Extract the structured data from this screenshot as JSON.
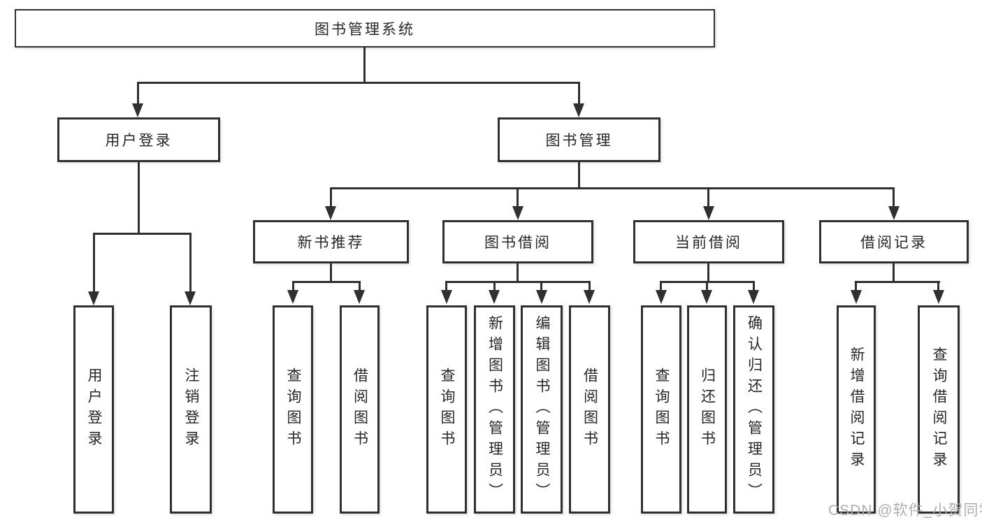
{
  "diagram": {
    "title": "图书管理系统",
    "nodes": {
      "root": "图书管理系统",
      "user_login": "用户登录",
      "book_mgmt": "图书管理",
      "new_book_rec": "新书推荐",
      "book_borrow": "图书借阅",
      "current_borrow": "当前借阅",
      "borrow_records": "借阅记录",
      "leaf_user_login": "用户登录",
      "leaf_logout": "注销登录",
      "leaf_nb_query_books": "查询图书",
      "leaf_nb_borrow_books": "借阅图书",
      "leaf_bb_query_books": "查询图书",
      "leaf_bb_add_books": "新增图书（管理员）",
      "leaf_bb_edit_books": "编辑图书（管理员）",
      "leaf_bb_borrow_books": "借阅图书",
      "leaf_cb_query_books": "查询图书",
      "leaf_cb_return_books": "归还图书",
      "leaf_cb_confirm_return": "确认归还（管理员）",
      "leaf_br_add_record": "新增借阅记录",
      "leaf_br_query_record": "查询借阅记录"
    },
    "edges": [
      {
        "parent": "root",
        "children": [
          "user_login",
          "book_mgmt"
        ]
      },
      {
        "parent": "user_login",
        "children": [
          "leaf_user_login",
          "leaf_logout"
        ]
      },
      {
        "parent": "book_mgmt",
        "children": [
          "new_book_rec",
          "book_borrow",
          "current_borrow",
          "borrow_records"
        ]
      },
      {
        "parent": "new_book_rec",
        "children": [
          "leaf_nb_query_books",
          "leaf_nb_borrow_books"
        ]
      },
      {
        "parent": "book_borrow",
        "children": [
          "leaf_bb_query_books",
          "leaf_bb_add_books",
          "leaf_bb_edit_books",
          "leaf_bb_borrow_books"
        ]
      },
      {
        "parent": "current_borrow",
        "children": [
          "leaf_cb_query_books",
          "leaf_cb_return_books",
          "leaf_cb_confirm_return"
        ]
      },
      {
        "parent": "borrow_records",
        "children": [
          "leaf_br_add_record",
          "leaf_br_query_record"
        ]
      }
    ]
  },
  "watermark": {
    "text": "CSDN @软件_小贺同学"
  },
  "colors": {
    "line": "#303030",
    "box_border": "#303030",
    "box_fill": "#ffffff",
    "background": "#ffffff",
    "text": "#262626",
    "watermark": "#aeaeae"
  }
}
